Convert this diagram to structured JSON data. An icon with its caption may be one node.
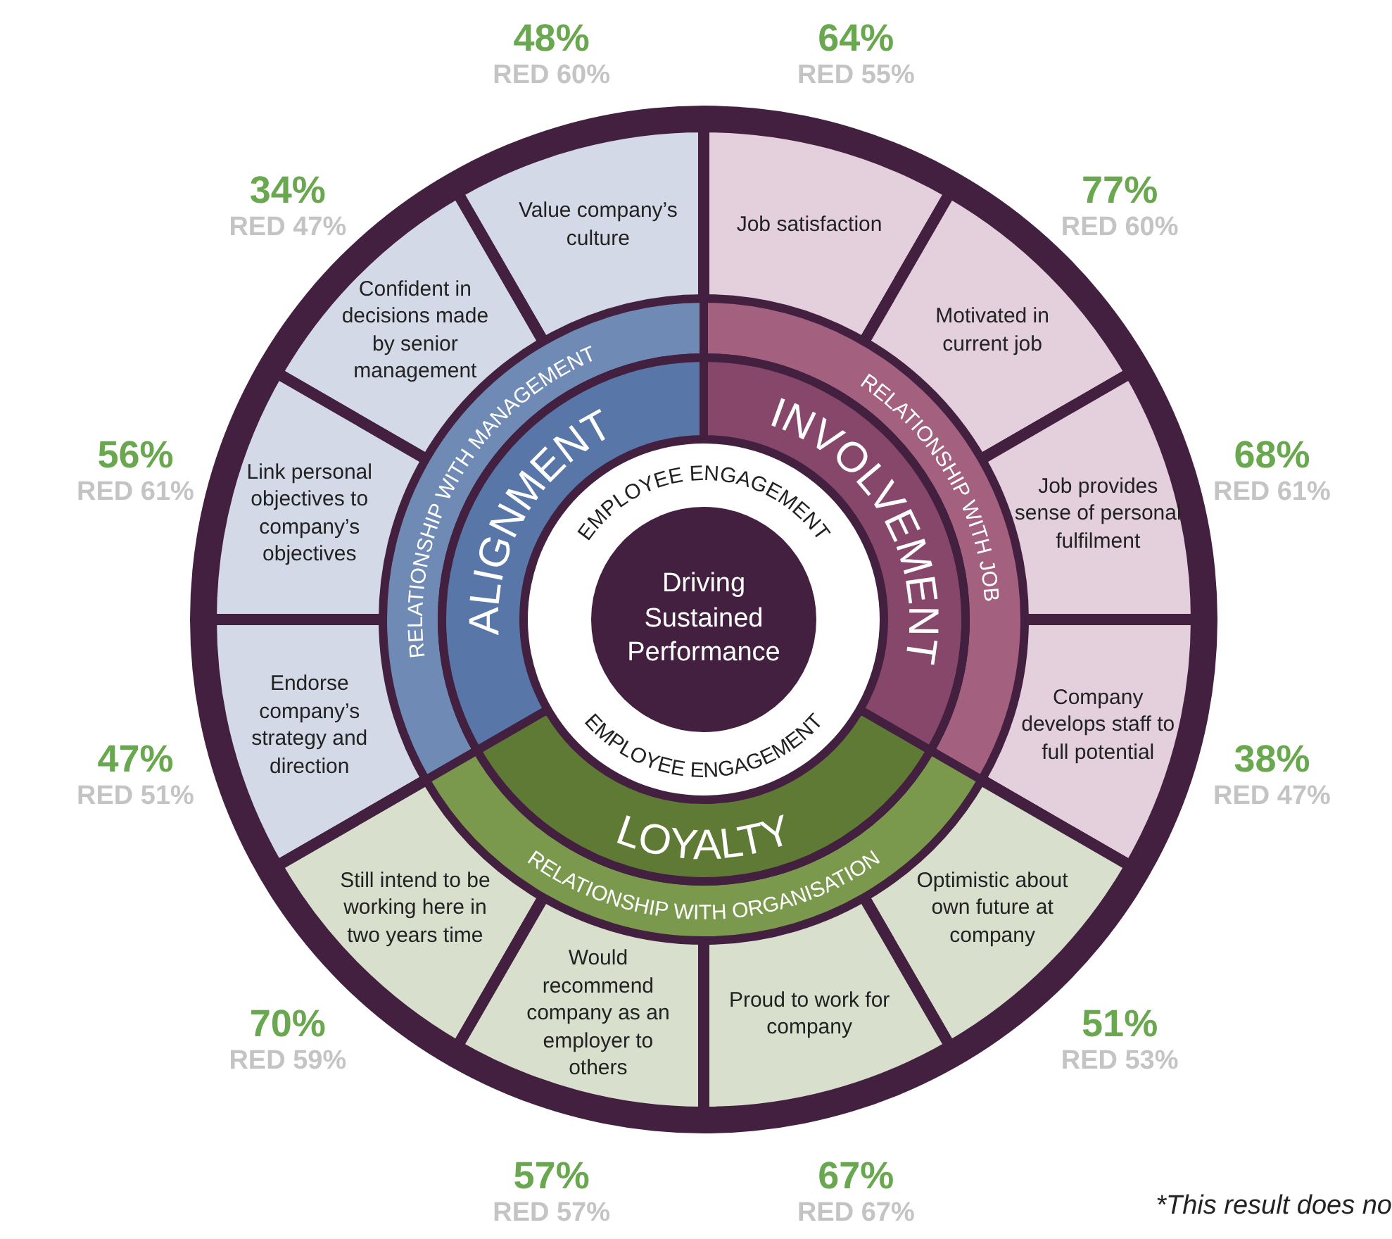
{
  "diagram": {
    "nodes": [
      {
        "text": [
          "Driving Sustained Performance"
        ]
      },
      {
        "text": [
          "EMPLOYEE ENGAGEMENT",
          "EMPLOYEE ENGAGEMENT"
        ]
      },
      {
        "text": [
          "ALIGNMENT",
          "RELATIONSHIP WITH MANAGEMENT"
        ]
      },
      {
        "text": [
          "INVOLVEMENT",
          "RELATIONSHIP WITH JOB"
        ]
      },
      {
        "text": [
          "LOYALTY",
          "RELATIONSHIP WITH ORGANISATION"
        ]
      },
      {
        "text": [
          "Value company’s culture"
        ],
        "beside": [
          "48%",
          "RED 60%"
        ]
      },
      {
        "text": [
          "Job satisfaction"
        ],
        "beside": [
          "64%",
          "RED 55%"
        ]
      },
      {
        "text": [
          "Confident in decisions made by senior management"
        ],
        "beside": [
          "34%",
          "RED 47%"
        ]
      },
      {
        "text": [
          "Motivated in current job"
        ],
        "beside": [
          "77%",
          "RED 60%"
        ]
      },
      {
        "text": [
          "Link personal objectives to company’s objectives"
        ],
        "beside": [
          "56%",
          "RED 61%"
        ]
      },
      {
        "text": [
          "Job provides sense of personal fulfilment"
        ],
        "beside": [
          "68%",
          "RED 61%"
        ]
      },
      {
        "text": [
          "Endorse company’s strategy and direction"
        ],
        "beside": [
          "47%",
          "RED 51%"
        ]
      },
      {
        "text": [
          "Company develops staff to full potential"
        ],
        "beside": [
          "38%",
          "RED 47%"
        ]
      },
      {
        "text": [
          "Still intend to be working here in two years time"
        ],
        "beside": [
          "70%",
          "RED 59%"
        ]
      },
      {
        "text": [
          "Optimistic about own future at company"
        ],
        "beside": [
          "51%",
          "RED 53%"
        ]
      },
      {
        "text": [
          "Would recommend company as an employer to others"
        ],
        "beside": [
          "57%",
          "RED 57%"
        ]
      },
      {
        "text": [
          "Proud to work for company"
        ],
        "beside": [
          "67%",
          "RED 67%"
        ]
      }
    ],
    "labels": [
      "*This result does no"
    ]
  }
}
